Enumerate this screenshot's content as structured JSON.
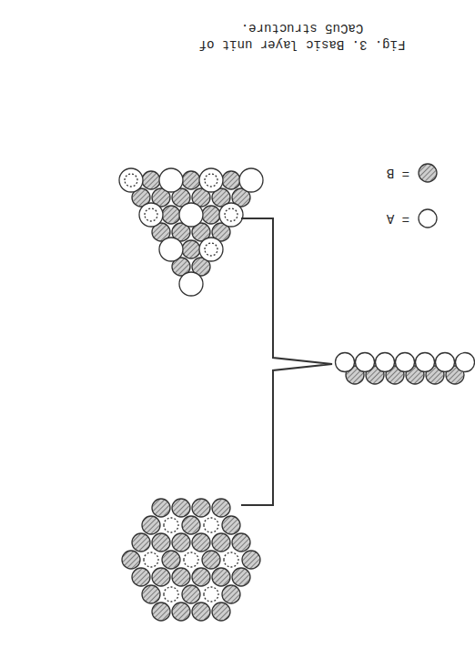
{
  "diagram": {
    "caption": "Fig. 3. Basic layer unit of CaCu5 structure.",
    "legend": [
      {
        "text": "= A"
      },
      {
        "text": "= B"
      }
    ]
  }
}
